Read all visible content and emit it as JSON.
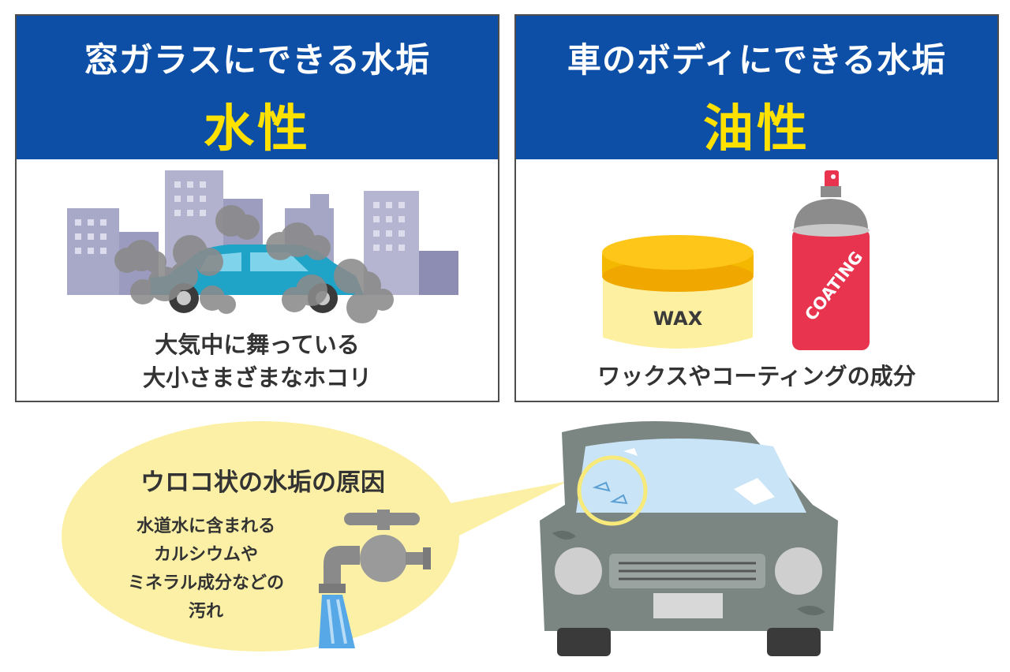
{
  "left_panel": {
    "title": "窓ガラスにできる水垢",
    "type": "水性",
    "caption_lines": [
      "大気中に舞っている",
      "大小さまざまなホコリ"
    ]
  },
  "right_panel": {
    "title": "車のボディにできる水垢",
    "type": "油性",
    "caption": "ワックスやコーティングの成分",
    "wax_label": "WAX",
    "coating_label": "COATING"
  },
  "bubble": {
    "title": "ウロコ状の水垢の原因",
    "lines": [
      "水道水に含まれる",
      "カルシウムや",
      "ミネラル成分などの",
      "汚れ"
    ]
  },
  "colors": {
    "header_blue": "#0d4fa6",
    "accent_yellow": "#ffe100",
    "bubble_yellow": "#fbf0a6",
    "car_gray": "#7b8683",
    "coating_red": "#e8344e"
  }
}
